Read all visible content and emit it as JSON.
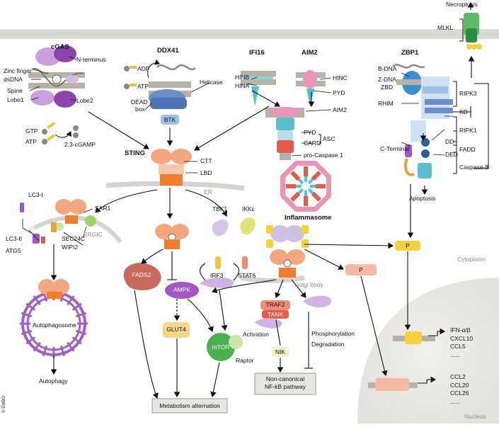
{
  "top_label": "Necroptosis",
  "mlkl": "MLKL",
  "cgas": {
    "title": "cGAS",
    "n_terminus": "N-terminus",
    "zinc_finger": "Zinc finger",
    "dsdna": "dsDNA",
    "spine": "Spine",
    "lobe1": "Lobe1",
    "lobe2": "Lobe2",
    "gtp": "GTP",
    "atp": "ATP",
    "cgamp": "2,3-cGAMP"
  },
  "ddx41": {
    "title": "DDX41",
    "adp": "ADP",
    "atp": "ATP",
    "helicase": "Helicase",
    "dead": "DEAD",
    "box": "box",
    "btk": "BTK"
  },
  "ifi16": {
    "title": "IFI16",
    "hinb": "HINB",
    "hina": "HINA"
  },
  "aim2": {
    "title": "AIM2",
    "hinc": "HINC",
    "pyd": "PYD",
    "aim2_label": "AIM2",
    "pyd2": "PYD",
    "card": "CARD",
    "asc": "ASC",
    "pro_caspase": "pro-Caspase 1",
    "inflammasome": "Inflammasome"
  },
  "zbp1": {
    "title": "ZBP1",
    "bdna": "B-DNA",
    "zdna": "Z-DNA",
    "zbd": "ZBD",
    "rhim": "RHIM",
    "ripk3": "RIPK3",
    "kd": "KD",
    "ripk1": "RIPK1",
    "dd": "DD",
    "fadd": "FADD",
    "ded": "DED",
    "c_terminal": "C-Terminal",
    "caspase8": "Caspase-8",
    "apoptosis": "Apoptosis"
  },
  "sting": {
    "title": "STING",
    "ctt": "CTT",
    "lbd": "LBD",
    "er": "ER"
  },
  "autophagy": {
    "lc3i": "LC3-I",
    "lc3ii": "LC3-II",
    "atg5": "ATG5",
    "sar1": "SAR1",
    "sec24c": "SEC24C",
    "wipi2": "WIPI2",
    "ergic": "ERGIC",
    "autophagosome": "Autophagosome",
    "autophagy": "Autophagy"
  },
  "metabolism": {
    "fads2": "FADS2",
    "ampk": "AMPK",
    "glut4": "GLUT4",
    "mtor": "mTOR",
    "raptor": "Raptor",
    "box": "Metabolism alternation"
  },
  "signaling": {
    "tbk1": "TBK1",
    "ikke": "IKKε",
    "irf3": "IRF3",
    "stat6": "STAT6",
    "golgi": "Golgi body",
    "traf2": "TRAF2",
    "tank": "TANK",
    "activation": "Activation",
    "nik": "NIK",
    "phosphorylation": "Phosphorylation",
    "degradation": "Degradation",
    "nfkb_line1": "Non-canonical",
    "nfkb_line2": "NF-kB pathway",
    "p": "P"
  },
  "nucleus": {
    "cytoplasm": "Cytoplasm",
    "nucleus": "Nucleus",
    "genes1": [
      "IFN-α/β",
      "CXCL10",
      "CCL5",
      "......"
    ],
    "genes2": [
      "CCL2",
      "CCL20",
      "CCL26",
      "......"
    ]
  },
  "credit": "© EMBO",
  "colors": {
    "membrane": "#d9d9d4",
    "sting": "#f2a77f",
    "sting_base": "#ef7f2f",
    "autophagosome": "#a15fc2",
    "nucleus": "#e8e7e2",
    "ampk": "#a257c4",
    "mtor": "#4caf50",
    "phospho": "#f5d142",
    "traf": "#f08a7a",
    "kd": "#a9c5e6"
  }
}
